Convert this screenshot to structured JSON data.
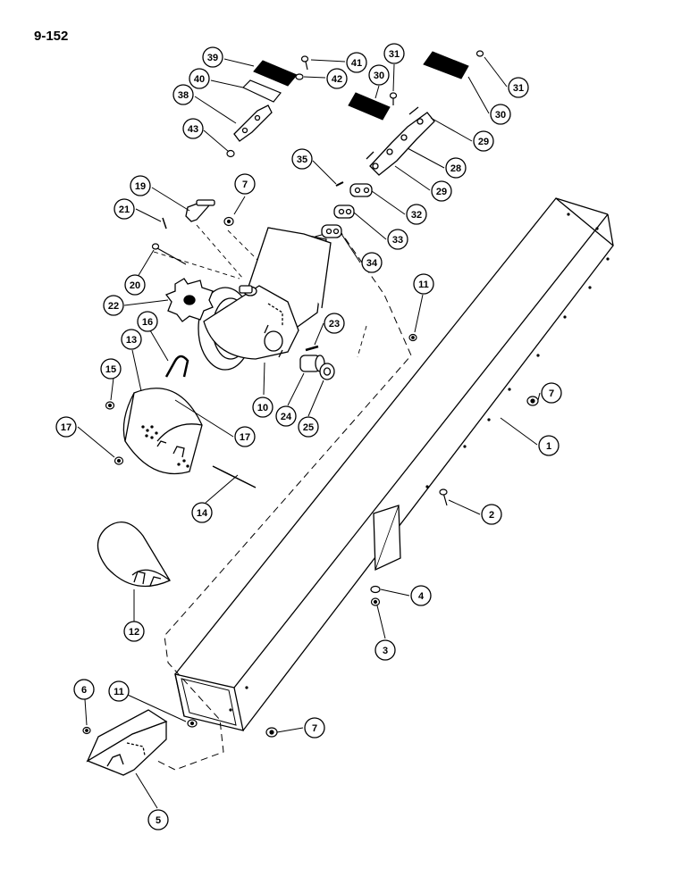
{
  "page_number": "9-152",
  "callouts": [
    {
      "label": "39"
    },
    {
      "label": "41"
    },
    {
      "label": "31"
    },
    {
      "label": "40"
    },
    {
      "label": "42"
    },
    {
      "label": "30"
    },
    {
      "label": "31"
    },
    {
      "label": "38"
    },
    {
      "label": "30"
    },
    {
      "label": "43"
    },
    {
      "label": "29"
    },
    {
      "label": "35"
    },
    {
      "label": "28"
    },
    {
      "label": "29"
    },
    {
      "label": "19"
    },
    {
      "label": "7"
    },
    {
      "label": "21"
    },
    {
      "label": "32"
    },
    {
      "label": "33"
    },
    {
      "label": "34"
    },
    {
      "label": "20"
    },
    {
      "label": "11"
    },
    {
      "label": "22"
    },
    {
      "label": "16"
    },
    {
      "label": "23"
    },
    {
      "label": "13"
    },
    {
      "label": "15"
    },
    {
      "label": "7"
    },
    {
      "label": "10"
    },
    {
      "label": "24"
    },
    {
      "label": "25"
    },
    {
      "label": "17"
    },
    {
      "label": "17"
    },
    {
      "label": "1"
    },
    {
      "label": "14"
    },
    {
      "label": "2"
    },
    {
      "label": "4"
    },
    {
      "label": "12"
    },
    {
      "label": "3"
    },
    {
      "label": "6"
    },
    {
      "label": "11"
    },
    {
      "label": "7"
    },
    {
      "label": "5"
    }
  ]
}
